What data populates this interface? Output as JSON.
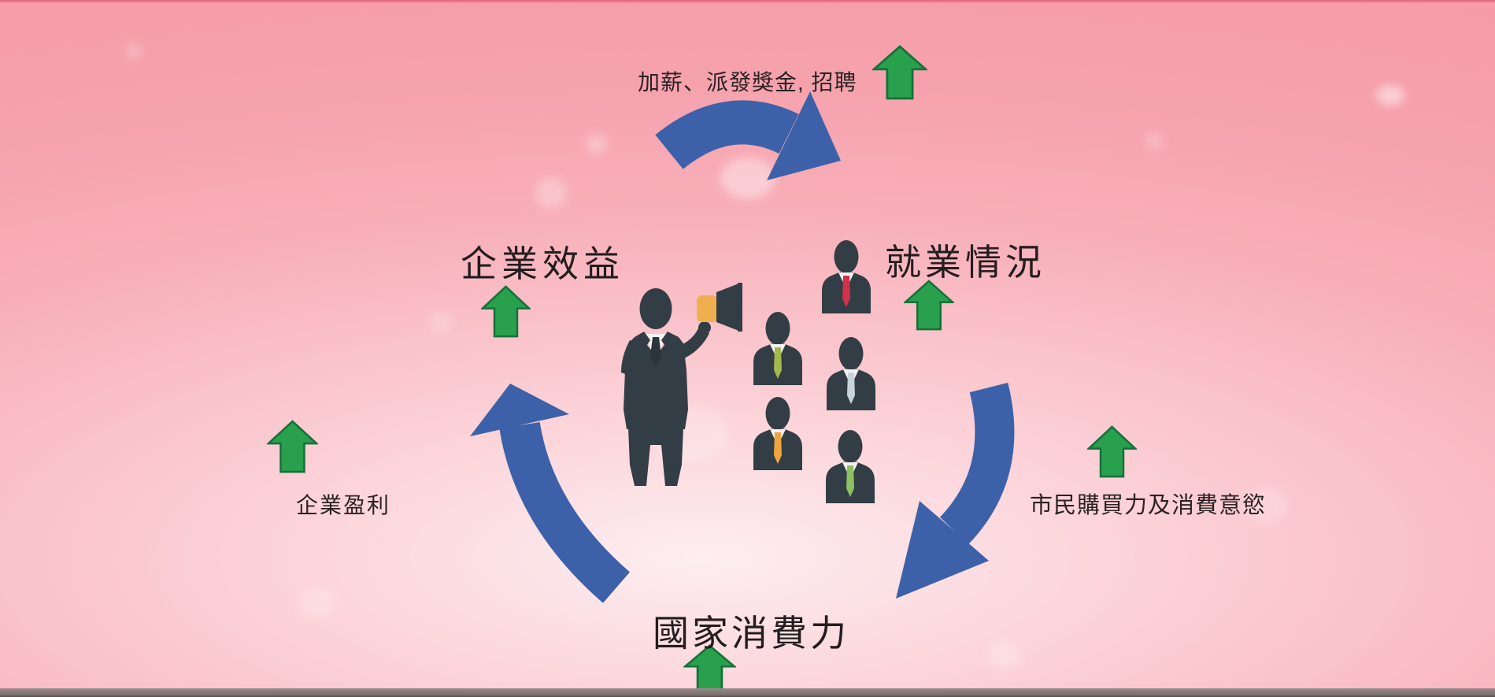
{
  "diagram": {
    "nodes": [
      {
        "id": "corporate-performance",
        "label": "企業效益"
      },
      {
        "id": "employment-situation",
        "label": "就業情況"
      },
      {
        "id": "national-consumption",
        "label": "國家消費力"
      }
    ],
    "annotations": [
      {
        "id": "raise-bonus-hiring",
        "label": "加薪、派發獎金, 招聘"
      },
      {
        "id": "corporate-profit",
        "label": "企業盈利"
      },
      {
        "id": "purchasing-power",
        "label": "市民購買力及消費意慾"
      }
    ]
  },
  "illustration": {
    "announcer": "businessman-with-megaphone",
    "employees": [
      {
        "tie_color": "#d2314a"
      },
      {
        "tie_color": "#a3b84f"
      },
      {
        "tie_color": "#c9d3da"
      },
      {
        "tie_color": "#eda53f"
      },
      {
        "tie_color": "#8cc063"
      }
    ]
  },
  "icons": {
    "up_arrow": "increase-up-arrow",
    "cycle_arrow": "curved-cycle-arrow",
    "announcer": "businessman-with-megaphone",
    "employee": "person-bust-with-tie"
  },
  "colors": {
    "background_top": "#f49aa6",
    "background_light": "#fdeef0",
    "top_edge": "#ec8492",
    "cycle_arrow": "#3d61a9",
    "up_arrow": "#28a04e",
    "up_arrow_dark": "#15713a",
    "text": "#241d1f",
    "suit": "#333d45",
    "shirt": "#f4f2f0",
    "megaphone": "#f0af4e",
    "bottom_bar": "#80756f"
  }
}
